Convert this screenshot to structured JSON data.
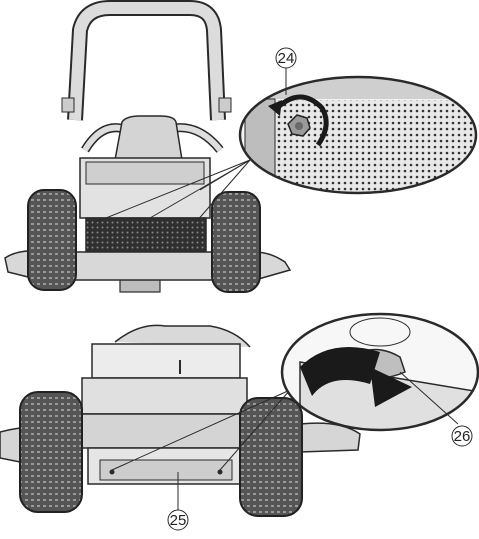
{
  "figures": {
    "top": {
      "callout": "24"
    },
    "bottom": {
      "callouts": [
        "25",
        "26"
      ]
    }
  },
  "colors": {
    "line": "#2a2a2a",
    "frame": "#d9d9d9",
    "tire": "#4a4a4a",
    "panel": "#e6e6e6",
    "grille": "#3a3a3a",
    "arrow": "#1a1a1a"
  },
  "icons": [
    "rotate-arrow-icon",
    "bolt-icon",
    "rotate-arrow-large-icon"
  ]
}
